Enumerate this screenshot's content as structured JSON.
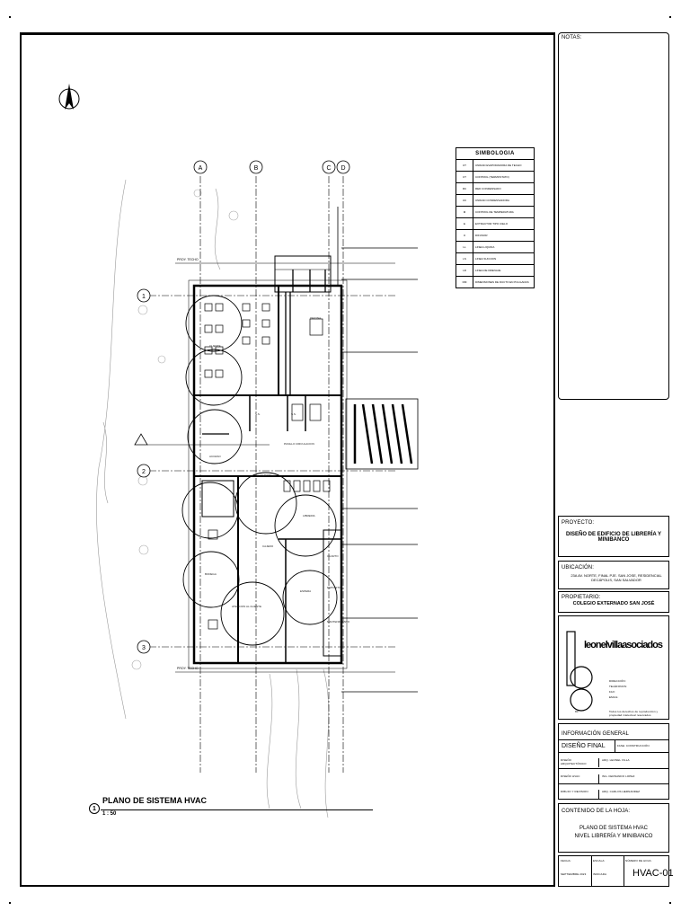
{
  "drawing": {
    "title": "PLANO DE SISTEMA HVAC",
    "number": "1",
    "scale": "1 : 50",
    "grid_columns": [
      "A",
      "B",
      "C",
      "D"
    ],
    "grid_rows": [
      "1",
      "2",
      "3"
    ],
    "level_labels": [
      "PROY. TECHO",
      "PROY. TECHO"
    ],
    "room_labels": [
      "PASILLO CIRCULACION",
      "CLIENTE",
      "CLIENTE",
      "LIBRERIA",
      "BODEGA",
      "CAJERO",
      "OFICINA",
      "ACCESO",
      "S.S.",
      "S.S.",
      "ATENCION AL CLIENTE",
      "ESPERA",
      "CUARTO",
      "DEPOSITO",
      "MANTENIMIENTO"
    ]
  },
  "symbol_table": {
    "header": "SIMBOLOGIA",
    "rows": [
      {
        "code": "UT",
        "desc": "UNIDAD EVAPORADORA DE TECHO"
      },
      {
        "code": "CT",
        "desc": "CONTROL (TERMOSTATO)"
      },
      {
        "code": "RC",
        "desc": "RED CONDENSADO"
      },
      {
        "code": "UC",
        "desc": "UNIDAD CONDENSADORA"
      },
      {
        "code": "⊗",
        "desc": "CONTROL DE TEMPERATURA"
      },
      {
        "code": "E",
        "desc": "EXTRACTOR TIPO CIELO"
      },
      {
        "code": "⊙",
        "desc": "DIFUSOR"
      },
      {
        "code": "LL",
        "desc": "LINEA LIQUIDA"
      },
      {
        "code": "LS",
        "desc": "LINEA SUCCION"
      },
      {
        "code": "LD",
        "desc": "LINEA DE DRENAJE"
      },
      {
        "code": "DM",
        "desc": "DIMENSIONES DE DUCTO EN PULGADAS"
      }
    ]
  },
  "title_block": {
    "notes_label": "NOTAS:",
    "project_label": "PROYECTO:",
    "project": "DISEÑO DE EDIFICIO DE LIBRERÍA Y MINIBANCO",
    "location_label": "UBICACIÓN:",
    "location": "23A AV. NORTE, FINAL PJE. SAN JOSE, RESIDENCIAL DECÁPOLIS, SAN SALVADOR",
    "owner_label": "PROPIETARIO:",
    "owner": "COLEGIO EXTERNADO SAN JOSÉ",
    "firm_name": "leonelvillaasociados",
    "firm_number": "80",
    "firm_small": [
      "DIRECCIÓN:",
      "TELÉFONOS:",
      "FAX:",
      "EMAIL:"
    ],
    "firm_note": "Todos los derechos de reproducción y propiedad intelectual reservados",
    "info_label": "INFORMACIÓN GENERAL",
    "phase": "DISEÑO FINAL",
    "phase_side": "FASE: CONSTRUCCIÓN",
    "staff_rows": [
      {
        "role": "DISEÑO ARQUITECTÓNICO",
        "names": "ARQ. LEONEL VILLA"
      },
      {
        "role": "DISEÑO HVAC",
        "names": "ING. FERNANDO LOPEZ"
      },
      {
        "role": "DIBUJO Y REVISION",
        "names": "ARQ. CARLOS HERNANDEZ"
      }
    ],
    "sheet_content_label": "CONTENIDO DE LA HOJA:",
    "sheet_content_1": "PLANO DE SISTEMA HVAC",
    "sheet_content_2": "NIVEL LIBRERÍA Y MINIBANCO",
    "date_label": "FECHA:",
    "date": "SEPTIEMBRE 2023",
    "scale_label": "ESCALA:",
    "scale": "INDICADA",
    "sheet_label": "NÚMERO DE HOJA:",
    "sheet_number": "HVAC-01"
  }
}
